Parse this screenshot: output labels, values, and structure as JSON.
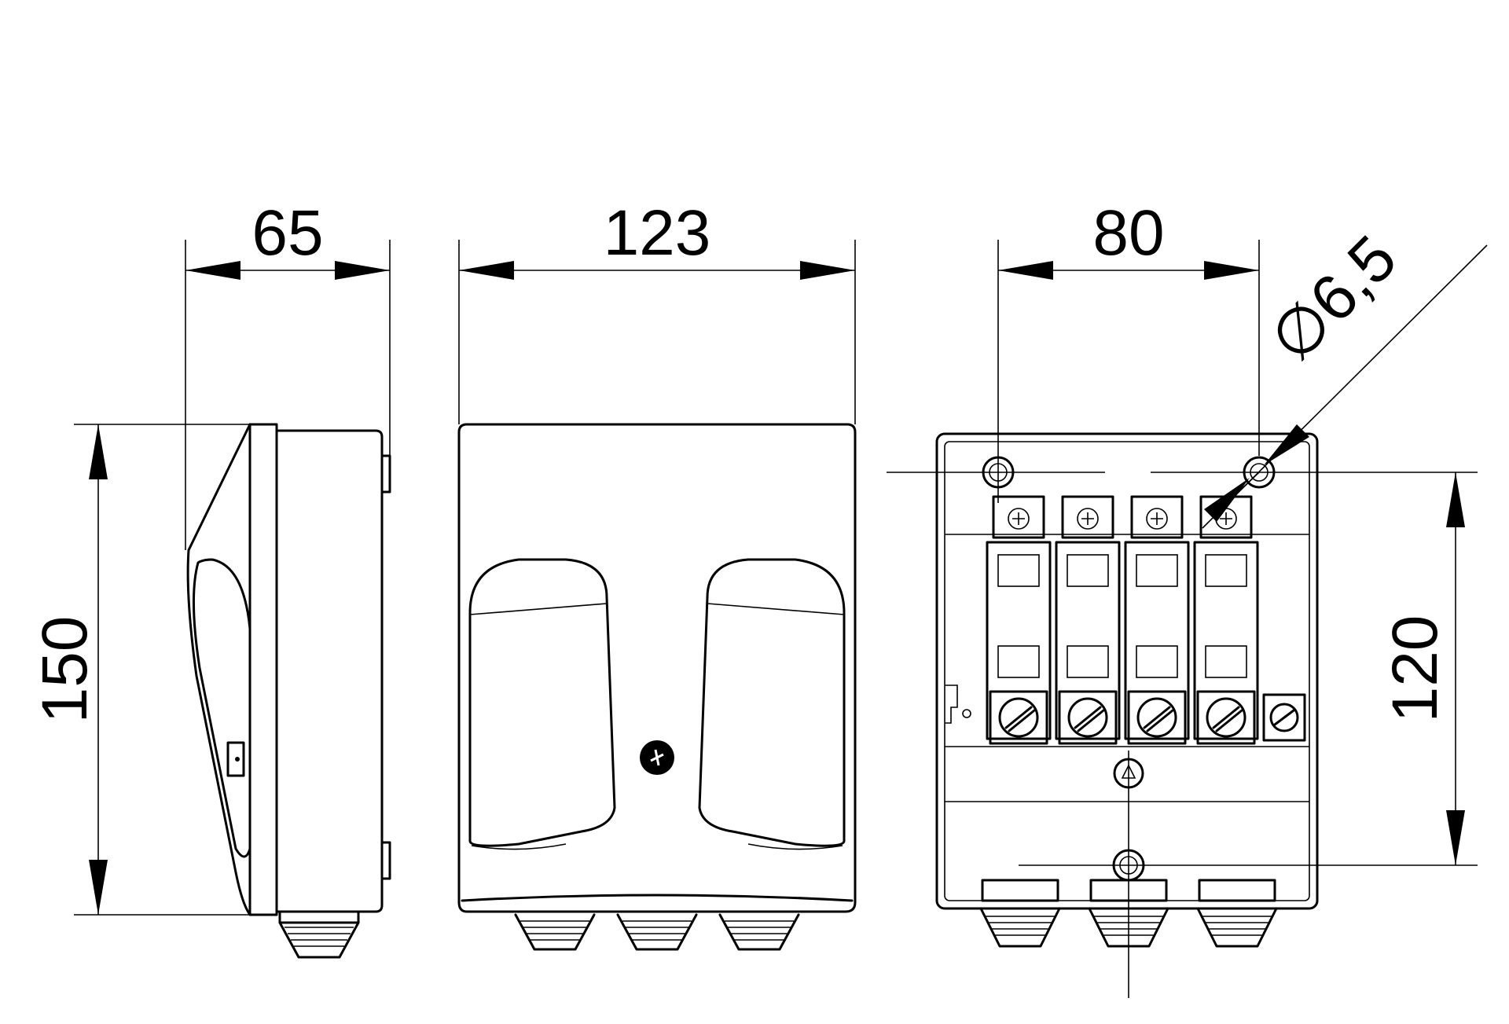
{
  "dimensions": {
    "side_depth": "65",
    "front_width": "123",
    "height": "150",
    "mount_hole_spacing_horizontal": "80",
    "mount_hole_diameter": "∅6,5",
    "mount_hole_spacing_vertical": "120"
  },
  "colors": {
    "line": "#000000",
    "background": "#ffffff"
  }
}
